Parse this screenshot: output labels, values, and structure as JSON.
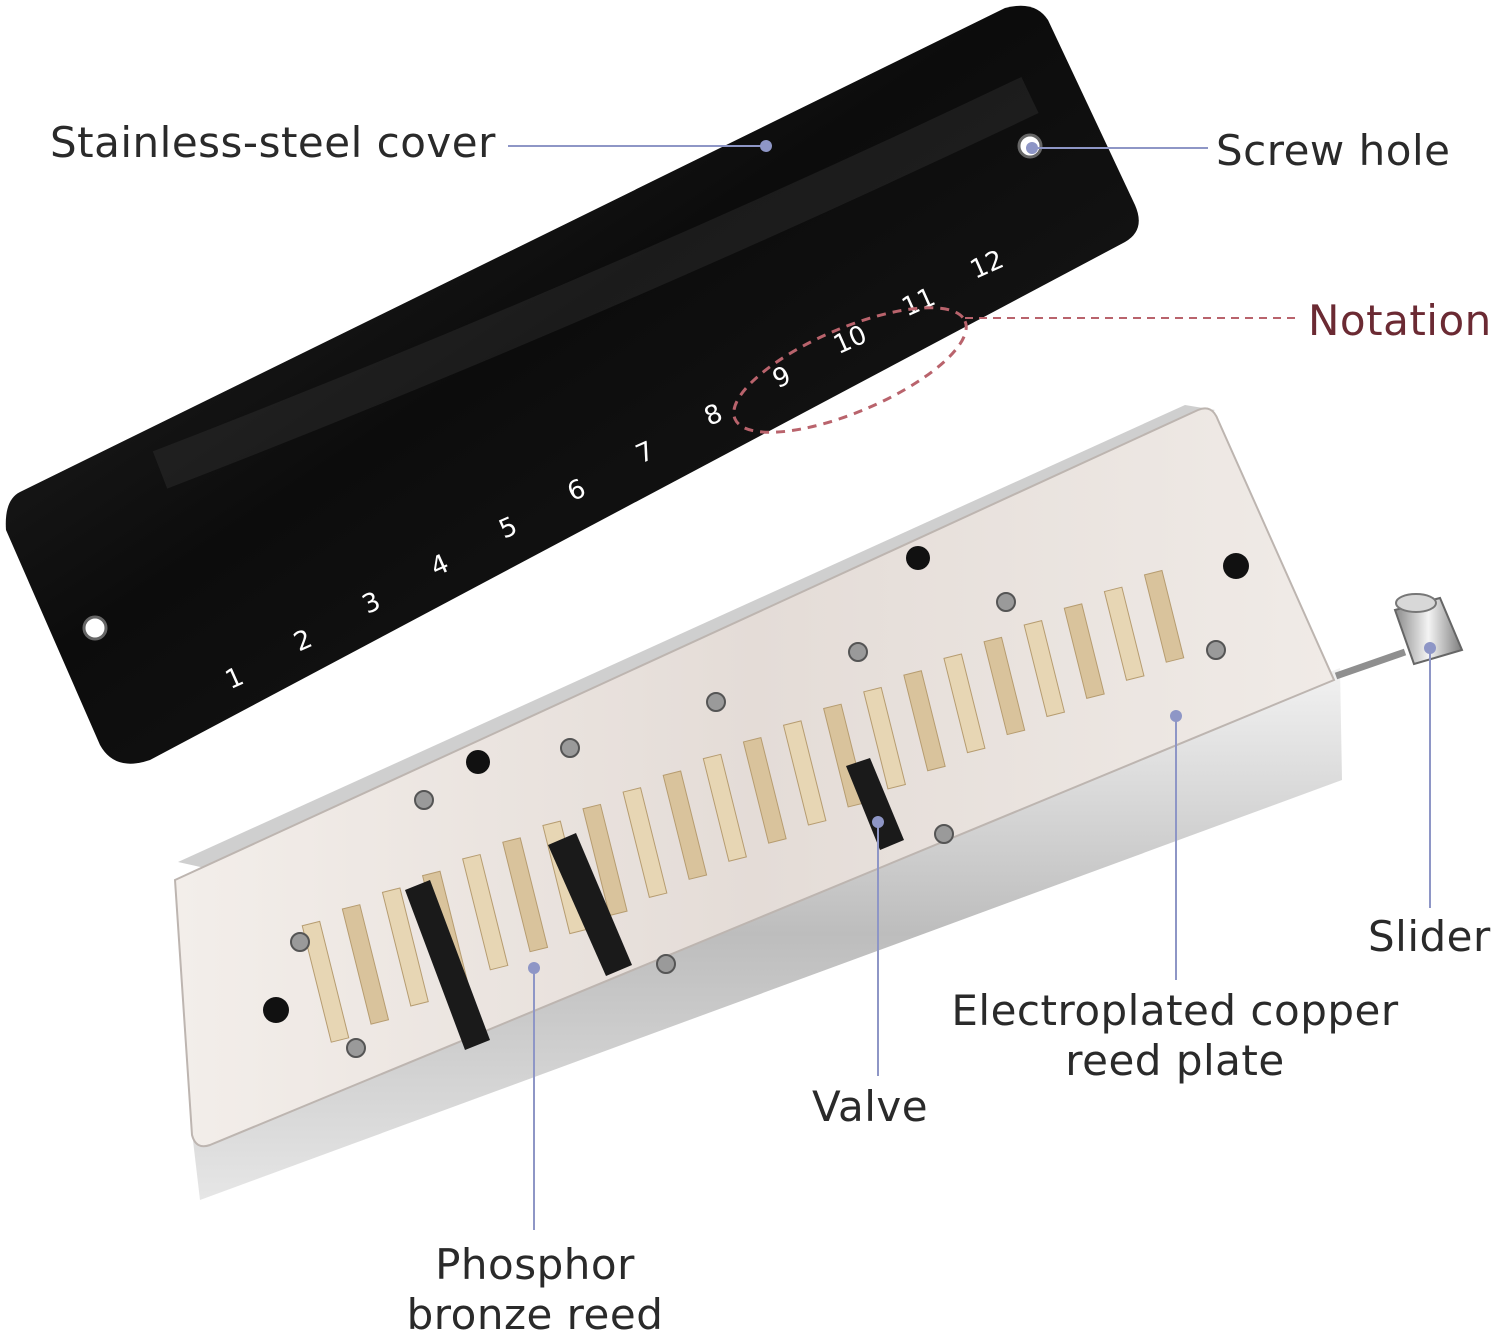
{
  "labels": {
    "cover": "Stainless-steel cover",
    "screw_hole": "Screw hole",
    "notation": "Notation",
    "slider": "Slider",
    "reed_plate_line1": "Electroplated copper",
    "reed_plate_line2": "reed plate",
    "valve": "Valve",
    "reed_line1": "Phosphor",
    "reed_line2": "bronze reed"
  },
  "hole_numbers": [
    "1",
    "2",
    "3",
    "4",
    "5",
    "6",
    "7",
    "8",
    "9",
    "10",
    "11",
    "12"
  ],
  "colors": {
    "text": "#2a2a2a",
    "notation_text": "#6b2a33",
    "leader": "#8e96c6",
    "notation_leader": "#b9636c",
    "cover": "#111111",
    "plate": "#ebe4df"
  }
}
